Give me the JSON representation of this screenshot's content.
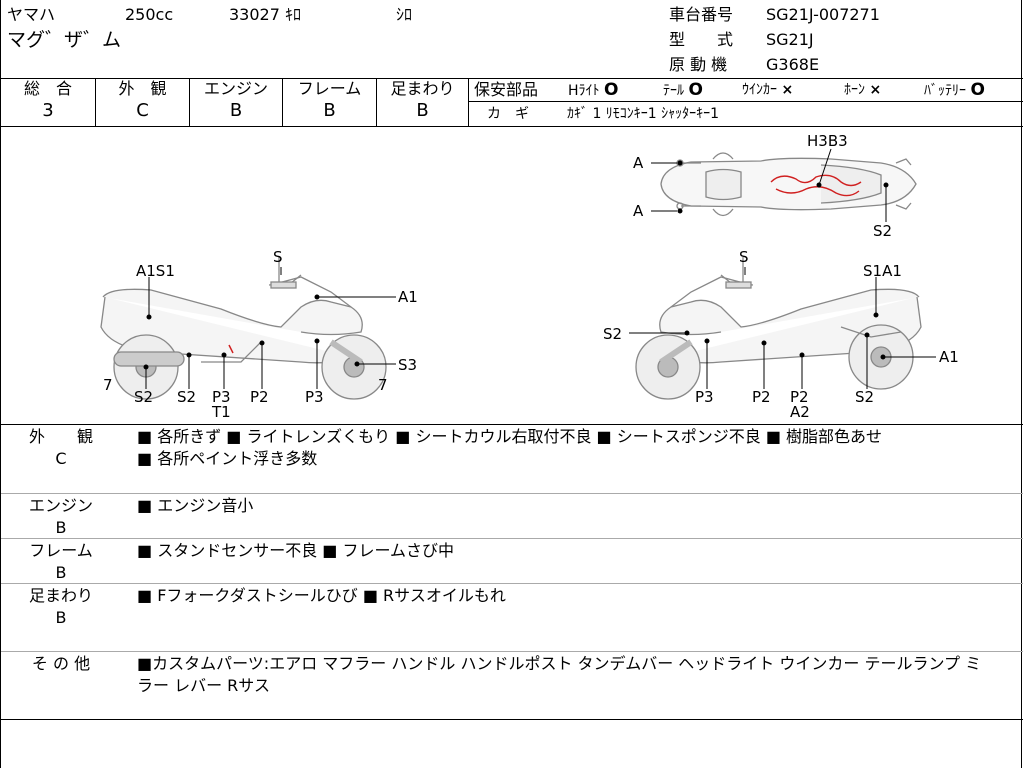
{
  "header": {
    "maker": "ヤマハ",
    "cc": "250cc",
    "km": "33027 ｷﾛ",
    "color": "ｼﾛ",
    "model_name": "マグ゛ザ゛ム",
    "frame_no_label": "車台番号",
    "frame_no": "SG21J-007271",
    "type_label": "型　　式",
    "type": "SG21J",
    "engine_label": "原 動 機",
    "engine": "G368E"
  },
  "grades": {
    "overall_label": "総　合",
    "overall": "3",
    "exterior_label": "外　観",
    "exterior": "C",
    "engine_label": "エンジン",
    "engine": "B",
    "frame_label": "フレーム",
    "frame": "B",
    "suspension_label": "足まわり",
    "suspension": "B"
  },
  "safety": {
    "label": "保安部品",
    "items": [
      {
        "name": "Hﾗｲﾄ",
        "mark": "O"
      },
      {
        "name": "ﾃｰﾙ",
        "mark": "O"
      },
      {
        "name": "ｳｲﾝｶｰ",
        "mark": "×"
      },
      {
        "name": "ﾎｰﾝ",
        "mark": "×"
      },
      {
        "name": "ﾊﾞｯﾃﾘｰ",
        "mark": "O"
      }
    ],
    "key_label": "カ　ギ",
    "keys": "ｶｷﾞ 1  ﾘﾓｺﾝｷｰ1  ｼｬｯﾀｰｷｰ1"
  },
  "diagram": {
    "top": {
      "a1": "A",
      "a2": "A",
      "h3b3": "H3B3",
      "s2": "S2"
    },
    "left": {
      "a1s1": "A1S1",
      "s": "S",
      "a1": "A1",
      "s3": "S3",
      "n7a": "7",
      "n7b": "7",
      "s2a": "S2",
      "s2b": "S2",
      "p3": "P3",
      "t1": "T1",
      "p2": "P2",
      "p3b": "P3"
    },
    "right": {
      "s": "S",
      "s1a1": "S1A1",
      "s2": "S2",
      "a1": "A1",
      "p3": "P3",
      "p2a": "P2",
      "p2b": "P2",
      "a2": "A2",
      "s2b": "S2"
    }
  },
  "remarks": [
    {
      "label": "外　　観",
      "grade": "C",
      "text": "■ 各所きず ■ ライトレンズくもり ■ シートカウル右取付不良 ■ シートスポンジ不良 ■ 樹脂部色あせ",
      "text2": "■ 各所ペイント浮き多数"
    },
    {
      "label": "エンジン",
      "grade": "B",
      "text": "■ エンジン音小",
      "text2": ""
    },
    {
      "label": "フレーム",
      "grade": "B",
      "text": "■ スタンドセンサー不良 ■ フレームさび中",
      "text2": ""
    },
    {
      "label": "足まわり",
      "grade": "B",
      "text": "■ Fフォークダストシールひび ■ Rサスオイルもれ",
      "text2": ""
    },
    {
      "label": "そ の 他",
      "grade": "",
      "text": "■カスタムパーツ:エアロ マフラー ハンドル ハンドルポスト タンデムバー ヘッドライト ウインカー テールランプ ミ",
      "text2": "ラー レバー Rサス"
    }
  ]
}
